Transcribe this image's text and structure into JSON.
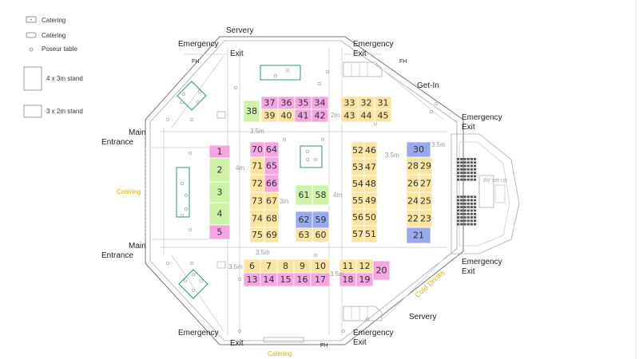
{
  "legend": {
    "catering_1": "Catering",
    "catering_2": "Catering",
    "poseur_table": "Poseur table",
    "stand_4x3": "4 x 3m stand",
    "stand_3x2": "3 x 2m stand"
  },
  "labels": {
    "servery_top": "Servery",
    "servery_bottom": "Servery",
    "emergency_tl_1": "Emergency",
    "emergency_tl_2": "Exit",
    "emergency_tr_1": "Emergency",
    "emergency_tr_2": "Exit",
    "emergency_r1_1": "Emergency",
    "emergency_r1_2": "Exit",
    "emergency_r2_1": "Emergency",
    "emergency_r2_2": "Exit",
    "emergency_bl_1": "Emergency",
    "emergency_bl_2": "Exit",
    "emergency_br_1": "Emergency",
    "emergency_br_2": "Exit",
    "fh_tl": "FH",
    "fh_tr": "FH",
    "fh_b": "FH",
    "get_in": "Get-In",
    "main_entrance_1a": "Main",
    "main_entrance_1b": "Entrance",
    "main_entrance_2a": "Main",
    "main_entrance_2b": "Entrance",
    "catering_left": "Catering",
    "catering_bottom": "Catering",
    "cold_drinks": "Cold Drinks",
    "av_set_up": "AV set up",
    "aisle_35_top": "3.5m",
    "aisle_35_right": "3.5m",
    "aisle_35_far": "3.5m",
    "aisle_35_mid": "3.5m",
    "aisle_35_bottom": "3.5m",
    "aisle_35_blower": "3.5m",
    "aisle_4_left": "4m",
    "aisle_4_mid": "4m",
    "aisle_3_mid": "3m",
    "aisle_2_top": "2m"
  },
  "colors": {
    "pink": "#f5a6e0",
    "yellow": "#fbe3a0",
    "green": "#cdf2a8",
    "blue": "#9aa8ee",
    "orange_text": "#e2b000",
    "table_green": "#2e9a63"
  },
  "stands": [
    {
      "n": "1",
      "c": "pink"
    },
    {
      "n": "2",
      "c": "green"
    },
    {
      "n": "3",
      "c": "green"
    },
    {
      "n": "4",
      "c": "green"
    },
    {
      "n": "5",
      "c": "pink"
    },
    {
      "n": "6",
      "c": "yellow"
    },
    {
      "n": "7",
      "c": "yellow"
    },
    {
      "n": "8",
      "c": "yellow"
    },
    {
      "n": "9",
      "c": "yellow"
    },
    {
      "n": "10",
      "c": "yellow"
    },
    {
      "n": "11",
      "c": "yellow"
    },
    {
      "n": "12",
      "c": "yellow"
    },
    {
      "n": "13",
      "c": "pink"
    },
    {
      "n": "14",
      "c": "pink"
    },
    {
      "n": "15",
      "c": "pink"
    },
    {
      "n": "16",
      "c": "pink"
    },
    {
      "n": "17",
      "c": "pink"
    },
    {
      "n": "18",
      "c": "pink"
    },
    {
      "n": "19",
      "c": "pink"
    },
    {
      "n": "20",
      "c": "pink"
    },
    {
      "n": "21",
      "c": "blue"
    },
    {
      "n": "22",
      "c": "yellow"
    },
    {
      "n": "23",
      "c": "yellow"
    },
    {
      "n": "24",
      "c": "yellow"
    },
    {
      "n": "25",
      "c": "yellow"
    },
    {
      "n": "26",
      "c": "yellow"
    },
    {
      "n": "27",
      "c": "yellow"
    },
    {
      "n": "28",
      "c": "yellow"
    },
    {
      "n": "29",
      "c": "yellow"
    },
    {
      "n": "30",
      "c": "blue"
    },
    {
      "n": "31",
      "c": "yellow"
    },
    {
      "n": "32",
      "c": "yellow"
    },
    {
      "n": "33",
      "c": "yellow"
    },
    {
      "n": "34",
      "c": "pink"
    },
    {
      "n": "35",
      "c": "pink"
    },
    {
      "n": "36",
      "c": "pink"
    },
    {
      "n": "37",
      "c": "pink"
    },
    {
      "n": "38",
      "c": "green"
    },
    {
      "n": "39",
      "c": "yellow"
    },
    {
      "n": "40",
      "c": "yellow"
    },
    {
      "n": "41",
      "c": "pink"
    },
    {
      "n": "42",
      "c": "pink"
    },
    {
      "n": "43",
      "c": "yellow"
    },
    {
      "n": "44",
      "c": "yellow"
    },
    {
      "n": "45",
      "c": "yellow"
    },
    {
      "n": "46",
      "c": "yellow"
    },
    {
      "n": "47",
      "c": "yellow"
    },
    {
      "n": "48",
      "c": "yellow"
    },
    {
      "n": "49",
      "c": "yellow"
    },
    {
      "n": "50",
      "c": "yellow"
    },
    {
      "n": "51",
      "c": "yellow"
    },
    {
      "n": "52",
      "c": "yellow"
    },
    {
      "n": "53",
      "c": "yellow"
    },
    {
      "n": "54",
      "c": "yellow"
    },
    {
      "n": "55",
      "c": "yellow"
    },
    {
      "n": "56",
      "c": "yellow"
    },
    {
      "n": "57",
      "c": "yellow"
    },
    {
      "n": "58",
      "c": "green"
    },
    {
      "n": "59",
      "c": "blue"
    },
    {
      "n": "60",
      "c": "yellow"
    },
    {
      "n": "61",
      "c": "green"
    },
    {
      "n": "62",
      "c": "blue"
    },
    {
      "n": "63",
      "c": "yellow"
    },
    {
      "n": "64",
      "c": "pink"
    },
    {
      "n": "65",
      "c": "pink"
    },
    {
      "n": "66",
      "c": "pink"
    },
    {
      "n": "67",
      "c": "yellow"
    },
    {
      "n": "68",
      "c": "yellow"
    },
    {
      "n": "69",
      "c": "yellow"
    },
    {
      "n": "70",
      "c": "pink"
    },
    {
      "n": "71",
      "c": "yellow"
    },
    {
      "n": "72",
      "c": "yellow"
    },
    {
      "n": "73",
      "c": "yellow"
    },
    {
      "n": "74",
      "c": "yellow"
    },
    {
      "n": "75",
      "c": "yellow"
    }
  ]
}
